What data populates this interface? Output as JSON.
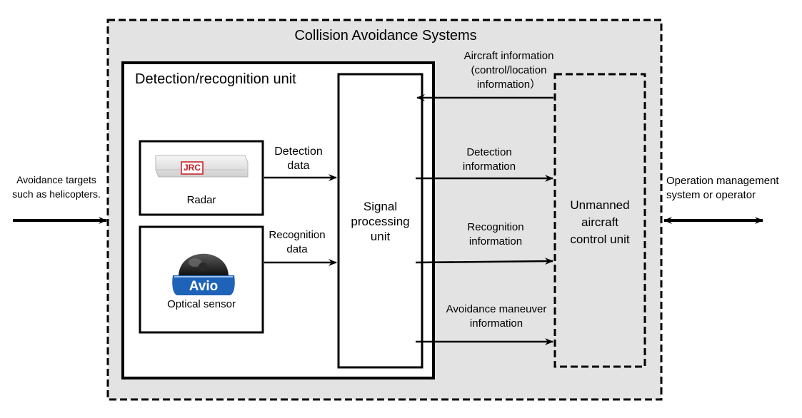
{
  "system_title": "Collision Avoidance Systems",
  "detection_unit_title": "Detection/recognition  unit",
  "external_input_label": "Avoidance targets\nsuch as helicopters.",
  "external_output_label": "Operation management\nsystem or operator",
  "radar": {
    "label": "Radar",
    "logo_text": "JRC"
  },
  "optical_sensor": {
    "label": "Optical sensor",
    "logo_text": "Avio"
  },
  "detection_data_label": "Detection\ndata",
  "recognition_data_label": "Recognition\ndata",
  "signal_processing_label": "Signal\nprocessing\nunit",
  "unmanned_control_label": "Unmanned\naircraft\ncontrol unit",
  "aircraft_information_label": "Aircraft information\n(control/location\ninformation）",
  "detection_information_label": "Detection\ninformation",
  "recognition_information_label": "Recognition\ninformation",
  "avoidance_maneuver_label": "Avoidance maneuver\ninformation",
  "colors": {
    "system_fill": "#e3e3e3",
    "logo_blue": "#1f63b8",
    "logo_red": "#c8191f"
  }
}
